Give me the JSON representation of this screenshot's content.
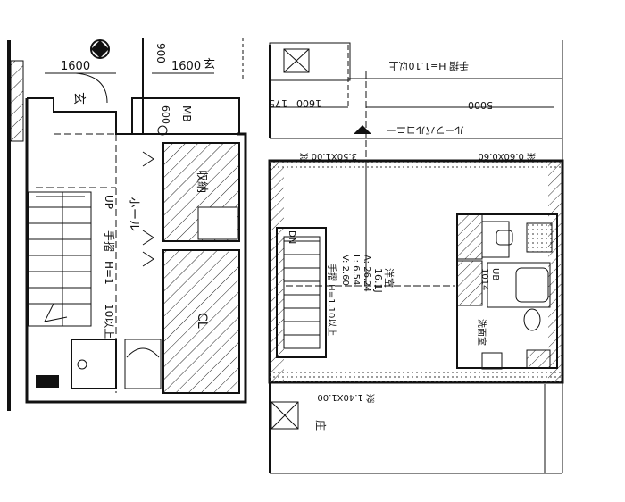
{
  "left_plan": {
    "dim_top_left": "1600",
    "dim_top_right": "1600",
    "room_top_label": "玄",
    "room_top_right_label": "玄",
    "mb_label": "MB",
    "mb_dim": "600",
    "closet_label": "収納",
    "cl_label": "CL",
    "hall_label": "ホール",
    "up_label": "UP",
    "rail_label": "手摺",
    "rail_height": "H=1",
    "rail_height_tail": "10以上"
  },
  "right_plan": {
    "rail_note_top": "手摺 H=1.10以上",
    "dim_1600": "1600",
    "dim_175": "175",
    "dim_5000": "5000",
    "loft_label": "ルーフバルコニー",
    "beam_left": "3.50X1.00 梁",
    "beam_right": "梁 0.60X0.60",
    "dn_label": "DN",
    "rail_stair": "手摺 H=1.10以上",
    "room_type": "洋室",
    "room_area": "16.1J",
    "a_value": "A: 26.24",
    "l_value": "L: 6.54",
    "v_value": "V: 2.60",
    "ub_label": "UB",
    "ub_size": "1014",
    "wash_label": "洗面室",
    "bottom_beam": "梁 1.40X1.00",
    "bottom_room": "庄"
  }
}
